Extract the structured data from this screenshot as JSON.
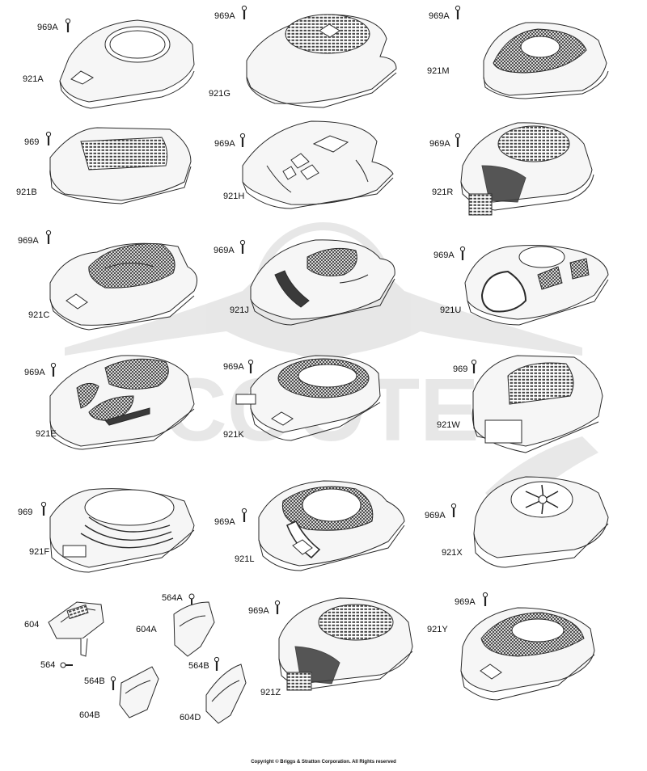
{
  "labels": {
    "l921A": "921A",
    "l921G": "921G",
    "l921M": "921M",
    "l921B": "921B",
    "l921H": "921H",
    "l921R": "921R",
    "l921C": "921C",
    "l921J": "921J",
    "l921U": "921U",
    "l921E": "921E",
    "l921K": "921K",
    "l921W": "921W",
    "l921F": "921F",
    "l921L": "921L",
    "l921X": "921X",
    "l921Z": "921Z",
    "l921Y": "921Y",
    "s969A": "969A",
    "s969": "969",
    "p604": "604",
    "p604A": "604A",
    "p604B": "604B",
    "p604D": "604D",
    "p564": "564",
    "p564A": "564A",
    "p564B": "564B"
  },
  "watermark": {
    "text": "SCOOTER"
  },
  "copyright": "Copyright © Briggs & Stratton Corporation. All Rights reserved",
  "colors": {
    "line": "#2a2a2a",
    "fill": "#f4f4f4",
    "mesh": "#3a3a3a",
    "watermark": "#c8c8c8"
  }
}
